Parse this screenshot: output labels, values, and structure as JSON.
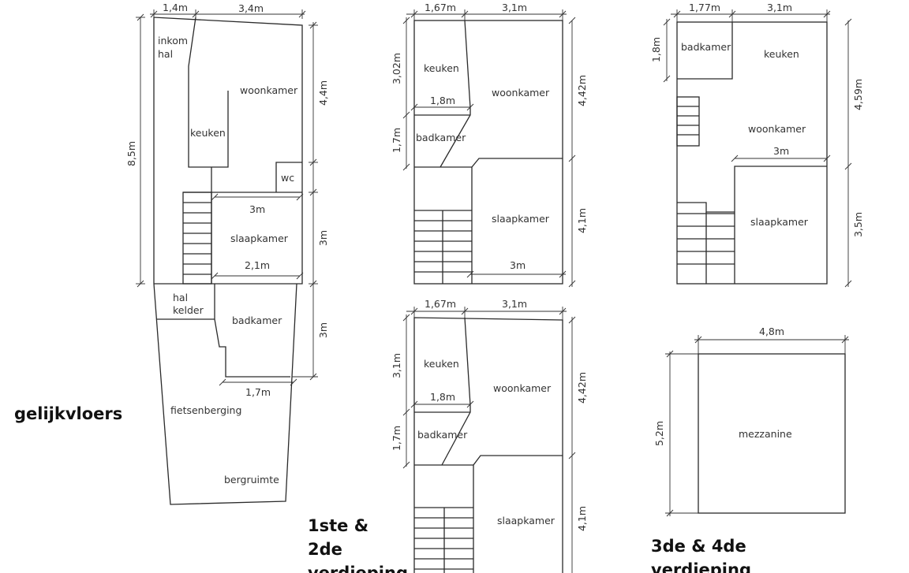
{
  "sections": {
    "ground": "gelijkvloers",
    "first_second_line1": "1ste &",
    "first_second_line2": "2de",
    "first_second_line3": "verdieping",
    "third_fourth_line1": "3de & 4de",
    "third_fourth_line2": "verdieping"
  },
  "ground_floor": {
    "rooms": {
      "inkom": "inkom",
      "hal": "hal",
      "woonkamer": "woonkamer",
      "keuken": "keuken",
      "wc": "wc",
      "slaapkamer": "slaapkamer",
      "hal_kelder_1": "hal",
      "hal_kelder_2": "kelder",
      "badkamer": "badkamer",
      "fietsenberging": "fietsenberging",
      "bergruimte": "bergruimte"
    },
    "dims": {
      "top_left": "1,4m",
      "top_right": "3,4m",
      "height_total": "8,5m",
      "right_upper": "4,4m",
      "right_middle": "3m",
      "right_lower": "3m",
      "slaap_width": "3m",
      "slaap_inner": "2,1m",
      "bad_width": "1,7m"
    }
  },
  "floor_1_2_top": {
    "rooms": {
      "keuken": "keuken",
      "woonkamer": "woonkamer",
      "badkamer": "badkamer",
      "slaapkamer": "slaapkamer"
    },
    "dims": {
      "top_left": "1,67m",
      "top_right": "3,1m",
      "left_upper": "3,02m",
      "left_lower": "1,7m",
      "keuken_width": "1,8m",
      "right_upper": "4,42m",
      "right_lower": "4,1m",
      "slaap_width": "3m"
    }
  },
  "floor_1_2_bottom": {
    "rooms": {
      "keuken": "keuken",
      "woonkamer": "woonkamer",
      "badkamer": "badkamer",
      "slaapkamer": "slaapkamer"
    },
    "dims": {
      "top_left": "1,67m",
      "top_right": "3,1m",
      "left_upper": "3,1m",
      "left_lower": "1,7m",
      "keuken_width": "1,8m",
      "right_upper": "4,42m",
      "right_lower": "4,1m"
    }
  },
  "floor_3_4": {
    "rooms": {
      "badkamer": "badkamer",
      "keuken": "keuken",
      "woonkamer": "woonkamer",
      "slaapkamer": "slaapkamer"
    },
    "dims": {
      "top_left": "1,77m",
      "top_right": "3,1m",
      "left": "1,8m",
      "right_upper": "4,59m",
      "right_lower": "3,5m",
      "slaap_width": "3m"
    }
  },
  "mezzanine": {
    "rooms": {
      "mezzanine": "mezzanine"
    },
    "dims": {
      "width": "4,8m",
      "height": "5,2m"
    }
  }
}
